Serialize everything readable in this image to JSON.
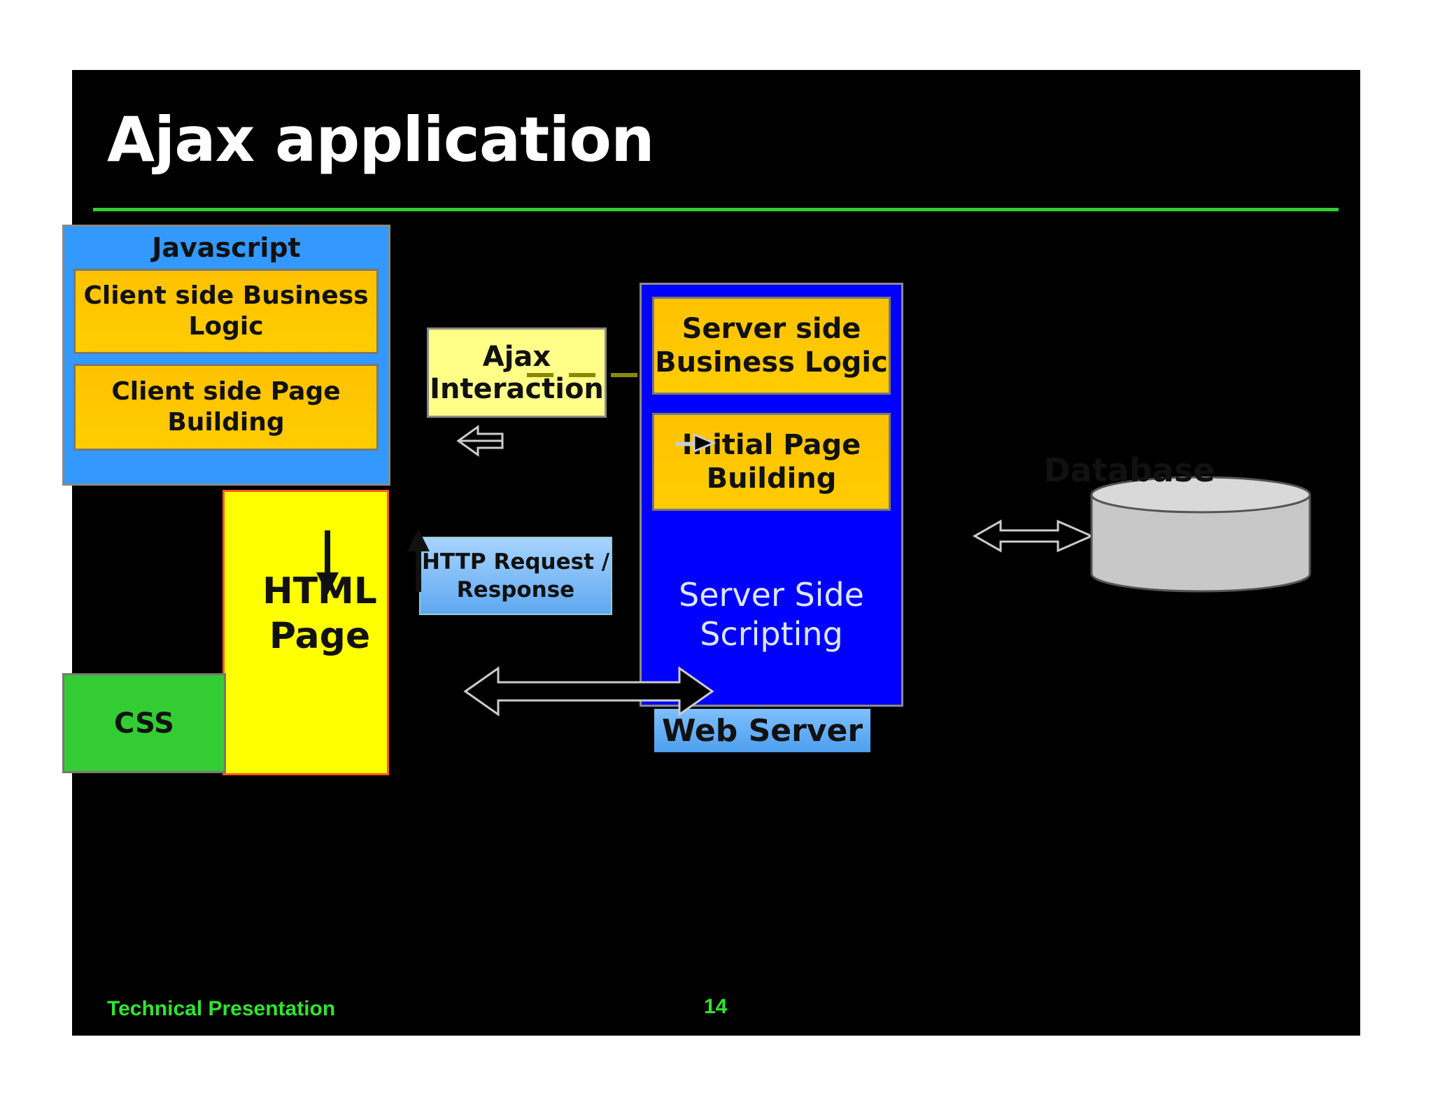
{
  "slide": {
    "title": "Ajax application",
    "footer": "Technical Presentation",
    "page_number": "14"
  },
  "diagram": {
    "javascript": {
      "title": "Javascript",
      "client_business_logic": "Client side Business Logic",
      "client_page_building": "Client side Page Building"
    },
    "html_page": "HTML Page",
    "css": "CSS",
    "ajax_interaction": "Ajax Interaction",
    "http_request_response": "HTTP Request / Response",
    "server": {
      "business_logic": "Server side Business Logic",
      "initial_page_building": "Initial Page Building",
      "scripting": "Server Side Scripting",
      "label": "Web Server"
    },
    "database": "Database"
  },
  "colors": {
    "background": "#000000",
    "accent_green": "#33cc33",
    "javascript_blue": "#3399ff",
    "server_blue": "#0000ff",
    "orange": "#ffc200",
    "html_yellow": "#ffff00",
    "ajax_yellow": "#ffff88",
    "database_gray": "#cccccc"
  }
}
